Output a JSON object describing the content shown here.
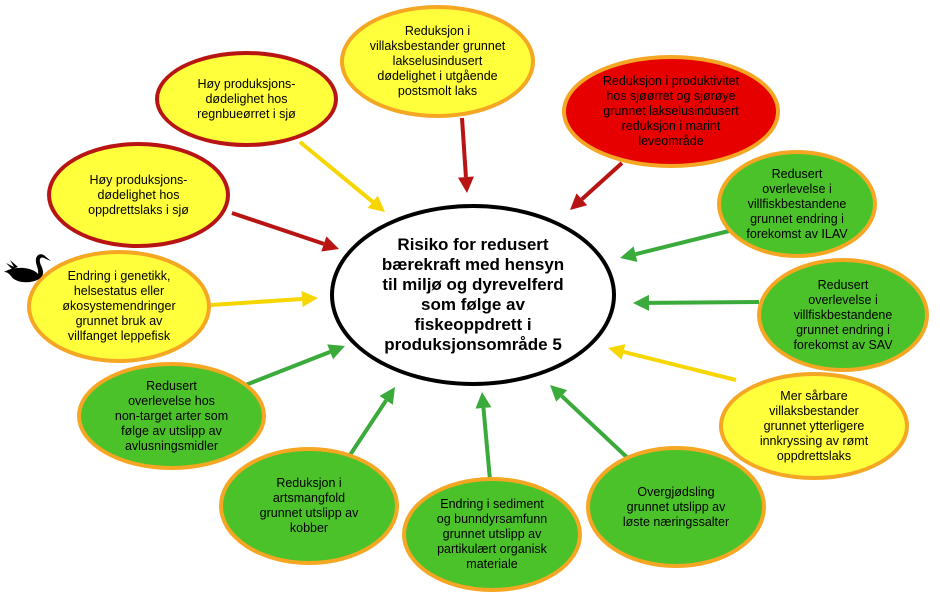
{
  "colors": {
    "red": "#e60000",
    "yellow": "#ffff3c",
    "green": "#4cc22a",
    "orange_border": "#f5a623",
    "dark_red_border": "#b81414",
    "arrow_red": "#b81414",
    "arrow_yellow": "#f7d600",
    "arrow_green": "#3aaa3a"
  },
  "center": {
    "text": "Risiko for redusert\nbærekraft med hensyn\ntil miljø og dyrevelferd\nsom følge av\nfiskeoppdrett i\nproduksjonsområde 5"
  },
  "nodes": [
    {
      "text": "Reduksjon i\nvillaksbestander grunnet\nlakselusindusert\ndødelighet i utgående\npostsmolt laks",
      "fill": "yellow",
      "border": "orange",
      "arrow": "red"
    },
    {
      "text": "Reduksjon i produktivitet\nhos sjøørret og sjørøye\ngrunnet lakselusindusert\nreduksjon i marint\nleveområde",
      "fill": "red",
      "border": "orange",
      "arrow": "red"
    },
    {
      "text": "Redusert\noverlevelse i\nvillfiskbestandene\ngrunnet endring i\nforekomst av ILAV",
      "fill": "green",
      "border": "orange",
      "arrow": "green"
    },
    {
      "text": "Redusert\noverlevelse i\nvillfiskbestandene\ngrunnet endring i\nforekomst av SAV",
      "fill": "green",
      "border": "orange",
      "arrow": "green"
    },
    {
      "text": "Mer sårbare\nvillaksbestander\ngrunnet ytterligere\ninnkryssing av rømt\noppdrettslaks",
      "fill": "yellow",
      "border": "orange",
      "arrow": "yellow"
    },
    {
      "text": "Overgjødsling\ngrunnet utslipp av\nløste næringssalter",
      "fill": "green",
      "border": "orange",
      "arrow": "green"
    },
    {
      "text": "Endring i sediment\nog bunndyrsamfunn\ngrunnet utslipp av\npartikulært organisk\nmateriale",
      "fill": "green",
      "border": "orange",
      "arrow": "green"
    },
    {
      "text": "Reduksjon i\nartsmangfold\ngrunnet utslipp av\nkobber",
      "fill": "green",
      "border": "orange",
      "arrow": "green"
    },
    {
      "text": "Redusert\noverlevelse hos\nnon-target arter som\nfølge av utslipp av\navlusningsmidler",
      "fill": "green",
      "border": "orange",
      "arrow": "green"
    },
    {
      "text": "Endring i genetikk,\nhelsestatus  eller\nøkosystemendringer\ngrunnet bruk av\nvillfanget leppefisk",
      "fill": "yellow",
      "border": "orange",
      "arrow": "yellow"
    },
    {
      "text": "Høy produksjons-\ndødelighet hos\noppdrettslaks i sjø",
      "fill": "yellow",
      "border": "dark_red",
      "arrow": "red"
    },
    {
      "text": "Høy produksjons-\ndødelighet hos\nregnbueørret i sjø",
      "fill": "yellow",
      "border": "dark_red",
      "arrow": "yellow"
    }
  ],
  "icons": {
    "swan": "black-swan-icon"
  }
}
